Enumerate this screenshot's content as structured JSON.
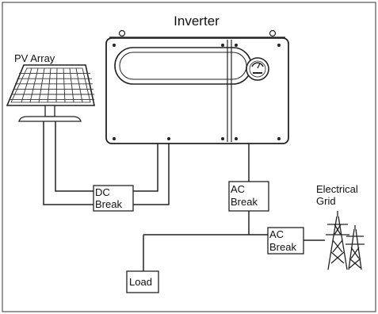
{
  "labels": {
    "inverter": "Inverter",
    "pv_array": "PV Array",
    "dc_break_line1": "DC",
    "dc_break_line2": "Break",
    "ac_break_1_line1": "AC",
    "ac_break_1_line2": "Break",
    "ac_break_2_line1": "AC",
    "ac_break_2_line2": "Break",
    "grid_line1": "Electrical",
    "grid_line2": "Grid",
    "load": "Load"
  },
  "colors": {
    "line": "#222222",
    "background": "#ffffff"
  },
  "icons": [
    "solar-panel-icon",
    "inverter-icon",
    "power-tower-icon"
  ]
}
